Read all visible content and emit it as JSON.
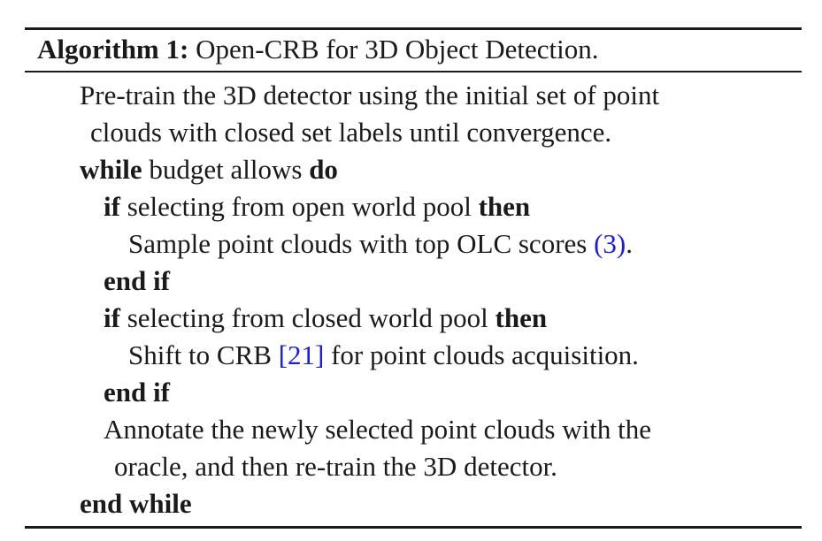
{
  "algorithm": {
    "label": "Algorithm 1:",
    "title": "Open-CRB for 3D Object Detection."
  },
  "lines": {
    "pretrain_1": "Pre-train the 3D detector using the initial set of point",
    "pretrain_2": "clouds with closed set labels until convergence.",
    "while_kw": "while",
    "while_cond": " budget allows ",
    "do_kw": "do",
    "if1_kw": "if",
    "if1_cond": " selecting from open world pool ",
    "then1_kw": "then",
    "sample_text": "Sample point clouds with top OLC scores ",
    "sample_ref": "(3)",
    "sample_end": ".",
    "endif1": "end if",
    "if2_kw": "if",
    "if2_cond": " selecting from closed world pool ",
    "then2_kw": "then",
    "shift_text": "Shift to CRB ",
    "shift_ref": "[21]",
    "shift_end": " for point clouds acquisition.",
    "endif2": "end if",
    "annotate_1": "Annotate the newly selected point clouds with the",
    "annotate_2": "oracle, and then re-train the 3D detector.",
    "endwhile": "end while"
  }
}
